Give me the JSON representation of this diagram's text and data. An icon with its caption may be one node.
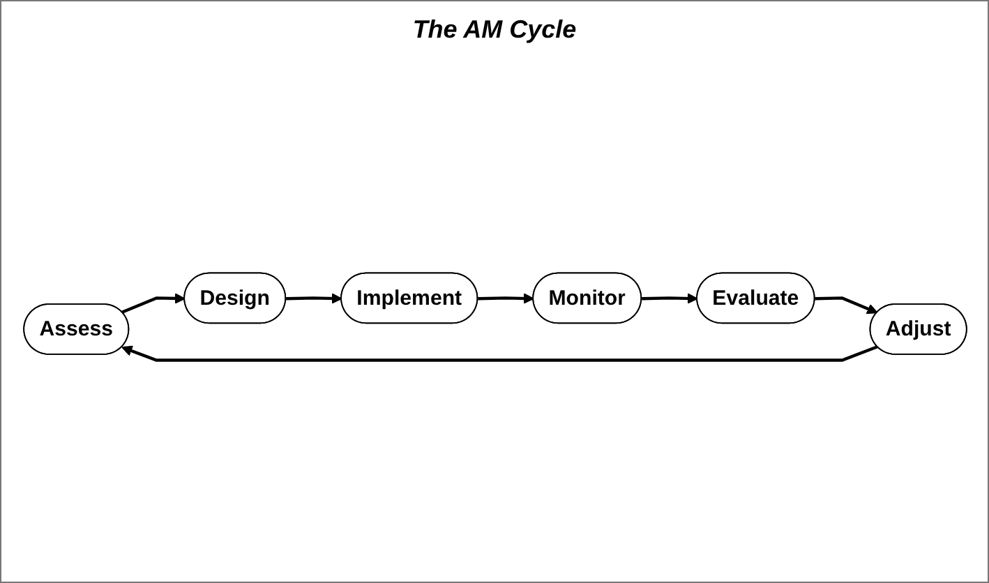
{
  "diagram": {
    "title": "The AM Cycle",
    "nodes": [
      {
        "text": [
          "Assess"
        ]
      },
      {
        "text": [
          "Design"
        ]
      },
      {
        "text": [
          "Implement"
        ]
      },
      {
        "text": [
          "Monitor"
        ]
      },
      {
        "text": [
          "Evaluate"
        ]
      },
      {
        "text": [
          "Adjust"
        ]
      }
    ],
    "edges": [
      {
        "from": 0,
        "to": 1,
        "arrow": "to"
      },
      {
        "from": 1,
        "to": 2,
        "arrow": "to"
      },
      {
        "from": 2,
        "to": 3,
        "arrow": "to"
      },
      {
        "from": 3,
        "to": 4,
        "arrow": "to"
      },
      {
        "from": 4,
        "to": 5,
        "arrow": "to"
      },
      {
        "from": 5,
        "to": 0,
        "arrow": "to"
      }
    ]
  }
}
